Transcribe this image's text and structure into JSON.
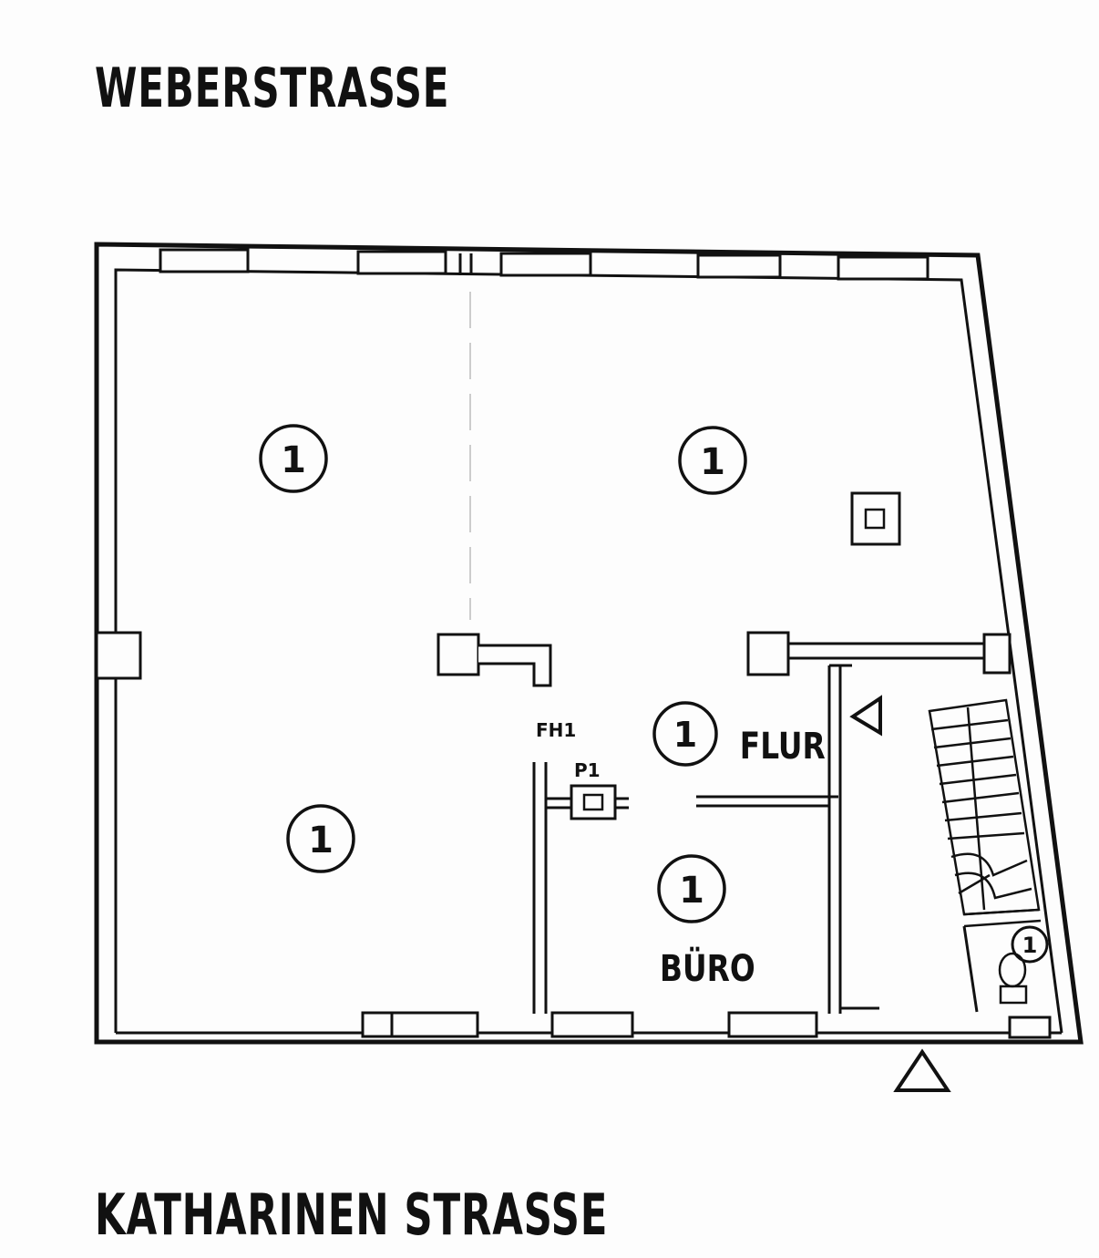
{
  "streets": {
    "top": "WEBERSTRASSE",
    "bottom": "KATHARINEN STRASSE"
  },
  "rooms": {
    "top_left": {
      "number": "1"
    },
    "top_right": {
      "number": "1"
    },
    "bottom_left": {
      "number": "1"
    },
    "flur": {
      "number": "1",
      "label": "FLUR"
    },
    "buero": {
      "number": "1",
      "label": "BÜRO"
    },
    "wc": {
      "number": "1"
    }
  },
  "fixtures": {
    "fire_hose": "FH1",
    "pump": "P1"
  },
  "icons": [
    "entrance-triangle-icon",
    "staircase-icon",
    "toilet-icon",
    "chimney-shaft-icon"
  ],
  "colors": {
    "ink": "#111111",
    "paper": "#fdfdfd"
  }
}
